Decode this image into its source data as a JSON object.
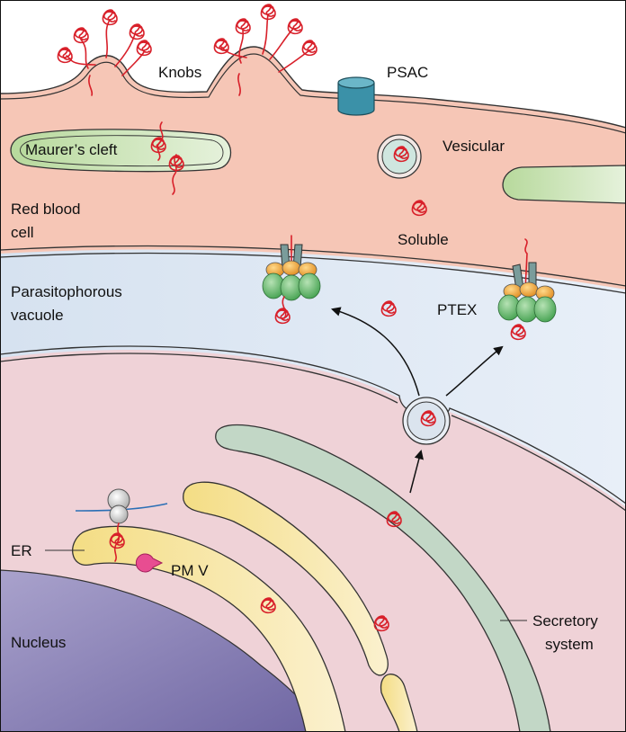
{
  "labels": {
    "knobs": "Knobs",
    "psac": "PSAC",
    "maurers_cleft": "Maurer’s cleft",
    "vesicular": "Vesicular",
    "red_blood_cell_line1": "Red blood",
    "red_blood_cell_line2": "cell",
    "soluble": "Soluble",
    "parasitophorous_line1": "Parasitophorous",
    "parasitophorous_line2": "vacuole",
    "ptex": "PTEX",
    "er": "ER",
    "pm_v": "PM V",
    "nucleus": "Nucleus",
    "secretory_line1": "Secretory",
    "secretory_line2": "system"
  },
  "colors": {
    "rbc_fill": "#f6c6b6",
    "vacuole_fill": "#dbe6f2",
    "parasite_fill": "#efd2d7",
    "nucleus_fill": "#8f86b9",
    "er_fill": "#f7e7a7",
    "golgi_fill": "#c2d7c6",
    "maurers_fill": "#cfe5bd",
    "exported_protein": "#d8202a",
    "ptex_green": "#6fbf76",
    "ptex_orange": "#f0a33c",
    "psac": "#3b91a8",
    "pmv": "#e84d91"
  }
}
